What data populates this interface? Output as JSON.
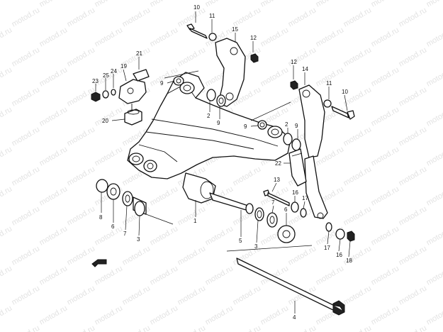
{
  "watermark": {
    "text": "motod.ru"
  },
  "callouts": [
    {
      "id": "c10a",
      "label": "10"
    },
    {
      "id": "c11a",
      "label": "11"
    },
    {
      "id": "c15",
      "label": "15"
    },
    {
      "id": "c12a",
      "label": "12"
    },
    {
      "id": "c21",
      "label": "21"
    },
    {
      "id": "c19",
      "label": "19"
    },
    {
      "id": "c24",
      "label": "24"
    },
    {
      "id": "c25",
      "label": "25"
    },
    {
      "id": "c23",
      "label": "23"
    },
    {
      "id": "c9a",
      "label": "9"
    },
    {
      "id": "c2a",
      "label": "2"
    },
    {
      "id": "c9b",
      "label": "9"
    },
    {
      "id": "c12b",
      "label": "12"
    },
    {
      "id": "c14",
      "label": "14"
    },
    {
      "id": "c11b",
      "label": "11"
    },
    {
      "id": "c10b",
      "label": "10"
    },
    {
      "id": "c20",
      "label": "20"
    },
    {
      "id": "c9c",
      "label": "9"
    },
    {
      "id": "c2b",
      "label": "2"
    },
    {
      "id": "c9d",
      "label": "9"
    },
    {
      "id": "c22",
      "label": "22"
    },
    {
      "id": "c13",
      "label": "13"
    },
    {
      "id": "c16a",
      "label": "16"
    },
    {
      "id": "c17a",
      "label": "17"
    },
    {
      "id": "c8",
      "label": "8"
    },
    {
      "id": "c6a",
      "label": "6"
    },
    {
      "id": "c7a",
      "label": "7"
    },
    {
      "id": "c3a",
      "label": "3"
    },
    {
      "id": "c1",
      "label": "1"
    },
    {
      "id": "c7b",
      "label": "7"
    },
    {
      "id": "c6b",
      "label": "6"
    },
    {
      "id": "c5",
      "label": "5"
    },
    {
      "id": "c3b",
      "label": "3"
    },
    {
      "id": "c17b",
      "label": "17"
    },
    {
      "id": "c16b",
      "label": "16"
    },
    {
      "id": "c18",
      "label": "18"
    },
    {
      "id": "c4",
      "label": "4"
    }
  ]
}
